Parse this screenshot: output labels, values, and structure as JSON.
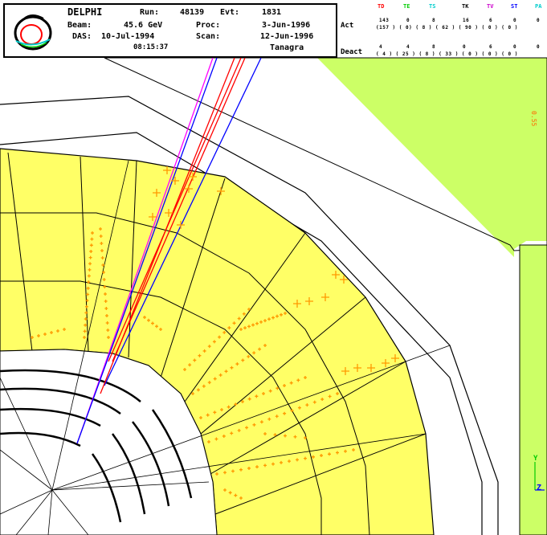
{
  "header": {
    "experiment": "DELPHI",
    "run_label": "Run:",
    "run_value": "48139",
    "evt_label": "Evt:",
    "evt_value": "1831",
    "beam_label": "Beam:",
    "beam_value": "45.6 GeV",
    "proc_label": "Proc:",
    "proc_value": "3-Jun-1996",
    "das_label": "DAS:",
    "das_value": "10-Jul-1994",
    "scan_label": "Scan:",
    "scan_value": "12-Jun-1996",
    "time_value": "08:15:37",
    "site": "Tanagra"
  },
  "stats": {
    "detectors": [
      {
        "name": "TD",
        "color": "#ff0000"
      },
      {
        "name": "TE",
        "color": "#00cc00"
      },
      {
        "name": "TS",
        "color": "#00cccc"
      },
      {
        "name": "TK",
        "color": "#000000"
      },
      {
        "name": "TV",
        "color": "#cc00cc"
      },
      {
        "name": "ST",
        "color": "#0000ff"
      },
      {
        "name": "PA",
        "color": "#00cccc"
      }
    ],
    "act_label": "Act",
    "act_top": [
      "143",
      "0",
      "8",
      "16",
      "6",
      "0",
      "0"
    ],
    "act_bottom": "(157 )  (   0) ( 8 )  ( 62 )  ( 90 )  ( 0 )  ( 0 )",
    "deact_label": "Deact",
    "deact_top": [
      "4",
      "4",
      "8",
      "0",
      "6",
      "0",
      "0"
    ],
    "deact_bottom": "(  4 )  (  25 )  ( 8 )  (  33 )  ( 0 )  ( 0 )  ( 0 )"
  },
  "side_label": "0.55",
  "axes": {
    "y": "Y",
    "z": "Z"
  },
  "colors": {
    "calorimeter": "#ffff66",
    "outer_region": "#ccff66",
    "hits": "#ff9900",
    "track_red": "#ff0000",
    "track_blue": "#0000ff",
    "track_magenta": "#ff00ff",
    "axis_y": "#00cc00",
    "axis_z": "#0000ff"
  }
}
